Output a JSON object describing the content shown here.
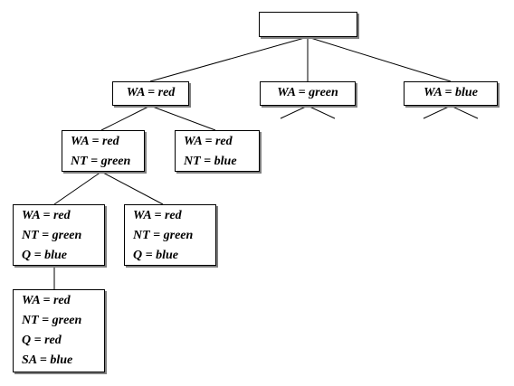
{
  "nodes": {
    "root": [],
    "wa_red": [
      "WA = red"
    ],
    "wa_green": [
      "WA = green"
    ],
    "wa_blue": [
      "WA = blue"
    ],
    "wa_red_nt_green": [
      "WA = red",
      "NT = green"
    ],
    "wa_red_nt_blue": [
      "WA = red",
      "NT = blue"
    ],
    "wa_red_nt_green_q_blue_a": [
      "WA = red",
      "NT = green",
      "Q = blue"
    ],
    "wa_red_nt_green_q_blue_b": [
      "WA = red",
      "NT = green",
      "Q = blue"
    ],
    "wa_red_nt_green_q_red_sa_blue": [
      "WA = red",
      "NT = green",
      "Q = red",
      "SA = blue"
    ]
  }
}
